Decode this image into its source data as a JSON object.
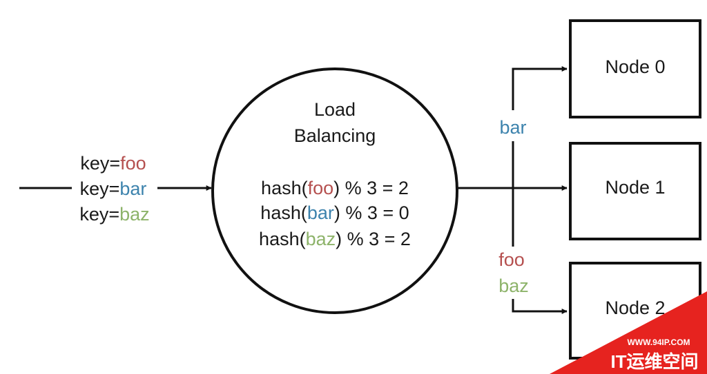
{
  "colors": {
    "foo": "#b5504f",
    "bar": "#3d83ad",
    "baz": "#8db36a",
    "text": "#1a1a1a",
    "watermark": "#e6231f"
  },
  "input_keys": [
    {
      "prefix": "key=",
      "key": "foo",
      "color_key": "foo"
    },
    {
      "prefix": "key=",
      "key": "bar",
      "color_key": "bar"
    },
    {
      "prefix": "key=",
      "key": "baz",
      "color_key": "baz"
    }
  ],
  "balancer": {
    "title_line1": "Load",
    "title_line2": "Balancing",
    "hashes": [
      {
        "fn": "hash(",
        "key": "foo",
        "rest": ") % 3 = 2",
        "color_key": "foo"
      },
      {
        "fn": "hash(",
        "key": "bar",
        "rest": ") % 3 = 0",
        "color_key": "bar"
      },
      {
        "fn": "hash(",
        "key": "baz",
        "rest": ") % 3 = 2",
        "color_key": "baz"
      }
    ]
  },
  "nodes": [
    {
      "label": "Node 0"
    },
    {
      "label": "Node 1"
    },
    {
      "label": "Node 2"
    }
  ],
  "routes": {
    "to_node0": "bar",
    "to_node2_a": "foo",
    "to_node2_b": "baz"
  },
  "watermark": {
    "url": "WWW.94IP.COM",
    "brand": "IT运维空间"
  }
}
